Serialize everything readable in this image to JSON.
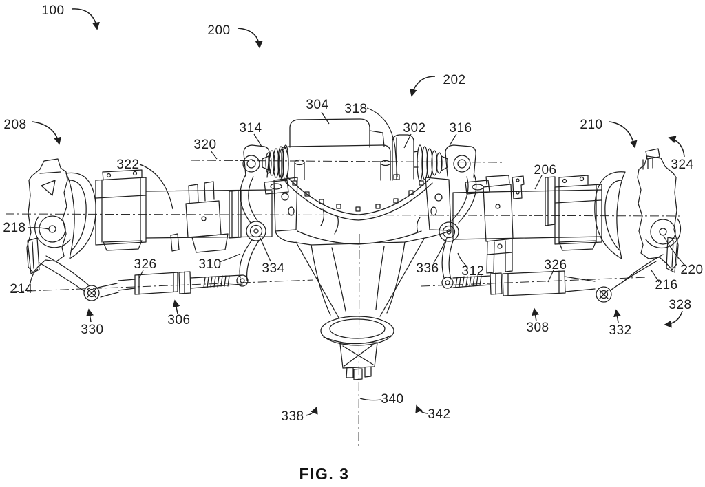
{
  "figure": {
    "caption": "FIG. 3",
    "background": "#ffffff",
    "line_color": "#1f1f1f"
  },
  "labels": [
    {
      "text": "100"
    },
    {
      "text": "200"
    },
    {
      "text": "202"
    },
    {
      "text": "208"
    },
    {
      "text": "210"
    },
    {
      "text": "304"
    },
    {
      "text": "318"
    },
    {
      "text": "302"
    },
    {
      "text": "314"
    },
    {
      "text": "316"
    },
    {
      "text": "320"
    },
    {
      "text": "322"
    },
    {
      "text": "324"
    },
    {
      "text": "206"
    },
    {
      "text": "218"
    },
    {
      "text": "214"
    },
    {
      "text": "326"
    },
    {
      "text": "310"
    },
    {
      "text": "334"
    },
    {
      "text": "336"
    },
    {
      "text": "312"
    },
    {
      "text": "326"
    },
    {
      "text": "220"
    },
    {
      "text": "216"
    },
    {
      "text": "328"
    },
    {
      "text": "330"
    },
    {
      "text": "306"
    },
    {
      "text": "308"
    },
    {
      "text": "332"
    },
    {
      "text": "338"
    },
    {
      "text": "340"
    },
    {
      "text": "342"
    }
  ]
}
